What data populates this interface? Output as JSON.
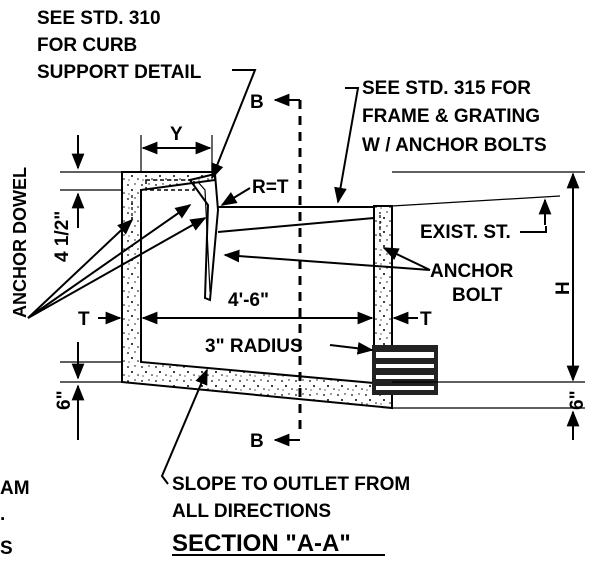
{
  "notes": {
    "std310_line1": "SEE STD. 310",
    "std310_line2": "FOR CURB",
    "std310_line3": "SUPPORT DETAIL",
    "std315_line1": "SEE STD. 315  FOR",
    "std315_line2": "FRAME & GRATING",
    "std315_line3": "W / ANCHOR BOLTS",
    "anchor_dowel": "ANCHOR DOWEL",
    "anchor_bolt_line1": "ANCHOR",
    "anchor_bolt_line2": "BOLT",
    "exist_st": "EXIST. ST.",
    "radius_3in": "3\" RADIUS",
    "slope_line1": "SLOPE TO OUTLET FROM",
    "slope_line2": "ALL DIRECTIONS",
    "cut_left_fragment_1": "AM",
    "cut_left_fragment_2": ".",
    "cut_left_fragment_3": "S"
  },
  "dimensions": {
    "y": "Y",
    "r_eq_t": "R=T",
    "four_half": "4 1/2\"",
    "width": "4'-6\"",
    "t_left": "T",
    "t_right": "T",
    "h": "H",
    "six_left": "6\"",
    "six_right": "6\""
  },
  "section_marks": {
    "top": "B",
    "bottom": "B"
  },
  "title": "SECTION \"A-A\""
}
